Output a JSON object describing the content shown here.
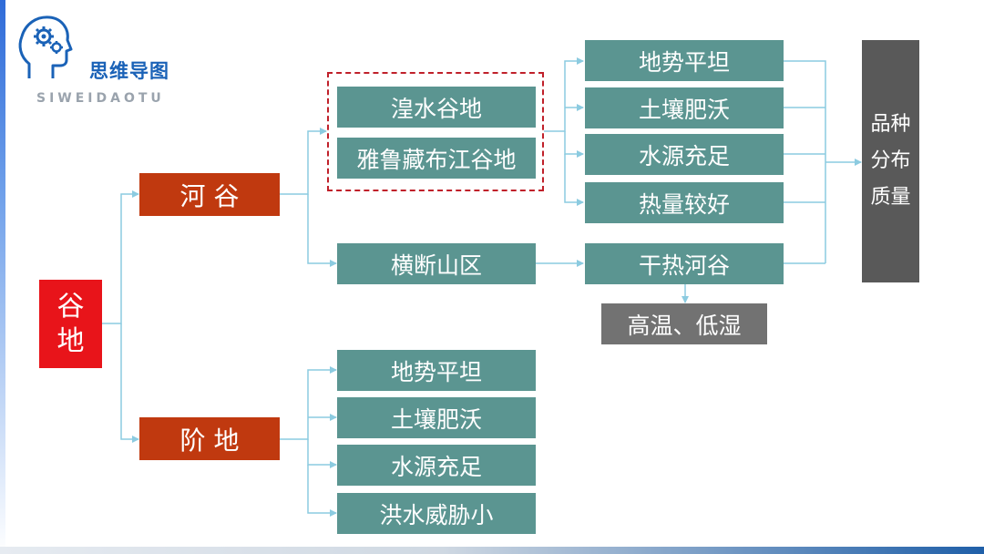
{
  "logo": {
    "cn": "思维导图",
    "en": "SIWEIDAOTU",
    "icon": "head-gears-icon"
  },
  "diagram": {
    "root": "谷\n地",
    "branch_valley": "河 谷",
    "branch_terrace": "阶 地",
    "valley_sub": {
      "huangshui": "湟水谷地",
      "yarlung": "雅鲁藏布江谷地",
      "hengduan": "横断山区"
    },
    "valley_conditions": {
      "terrain": "地势平坦",
      "soil": "土壤肥沃",
      "water": "水源充足",
      "heat": "热量较好"
    },
    "dry_hot_valley": "干热河谷",
    "high_temp": "高温、低湿",
    "result": "品种\n分布\n质量",
    "terrace_conditions": {
      "terrain": "地势平坦",
      "soil": "土壤肥沃",
      "water": "水源充足",
      "flood": "洪水威胁小"
    }
  },
  "colors": {
    "teal": "#5b9591",
    "dark_red": "#c0390f",
    "bright_red": "#e8141a",
    "gray": "#727272",
    "connector": "#8ccbe0",
    "dashed_border": "#c0202a"
  }
}
